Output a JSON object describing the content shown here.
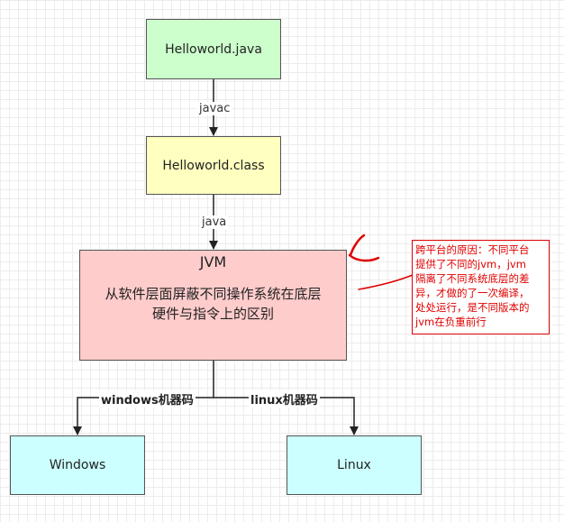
{
  "nodes": {
    "source": {
      "label": "Helloworld.java",
      "fill": "#ccffcc"
    },
    "classfile": {
      "label": "Helloworld.class",
      "fill": "#ffffc0"
    },
    "jvm": {
      "title": "JVM",
      "desc_line1": "从软件层面屏蔽不同操作系统在底层",
      "desc_line2": "硬件与指令上的区别",
      "fill": "#ffcccc"
    },
    "windows": {
      "label": "Windows",
      "fill": "#ccffff"
    },
    "linux": {
      "label": "Linux",
      "fill": "#ccffff"
    }
  },
  "edges": {
    "javac": "javac",
    "java": "java",
    "windows_code": "windows机器码",
    "linux_code": "linux机器码"
  },
  "annotation": {
    "lines": [
      "跨平台的原因：不同平台",
      "提供了不同的jvm，jvm",
      "隔离了不同系统底层的差",
      "异，才做的了一次编译，",
      "处处运行，是不同版本的",
      "jvm在负重前行"
    ],
    "color": "#e00000"
  }
}
